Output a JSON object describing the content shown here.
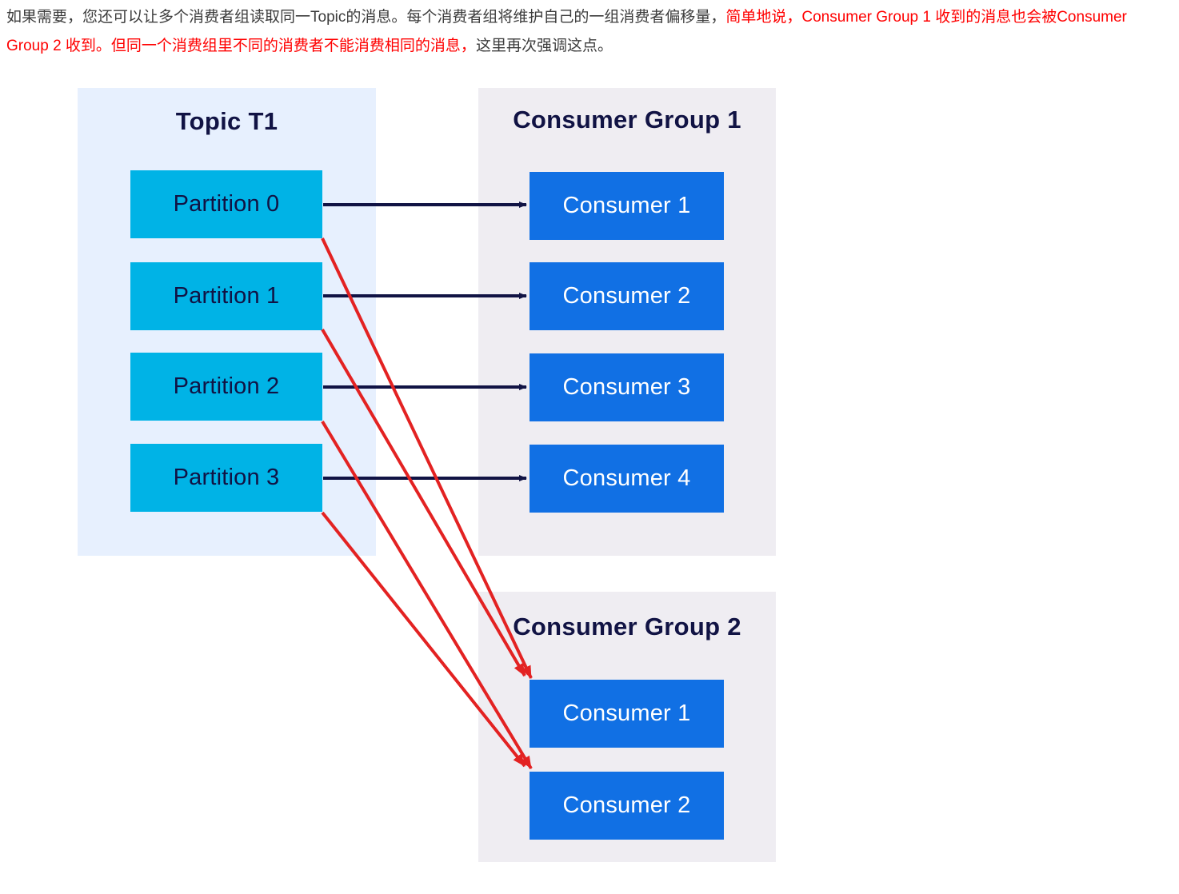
{
  "paragraph": {
    "segments": [
      {
        "text": "如果需要，您还可以让多个消费者组读取同一Topic的消息。每个消费者组将维护自己的一组消费者偏移量，",
        "color": "black"
      },
      {
        "text": "简单地说，Consumer Group 1 收到的消息也会被Consumer Group 2 收到。但同一个消费组里不同的消费者不能消费相同的消息，",
        "color": "red"
      },
      {
        "text": "这里再次强调这点。",
        "color": "black"
      }
    ],
    "black_color": "#3c3c3c",
    "red_color": "#ff0000"
  },
  "diagram": {
    "type": "flow",
    "panels": [
      {
        "id": "topic-t1",
        "title": "Topic T1",
        "background": "#e7f0fe",
        "nodes": [
          {
            "label": "Partition 0"
          },
          {
            "label": "Partition 1"
          },
          {
            "label": "Partition 2"
          },
          {
            "label": "Partition 3"
          }
        ]
      },
      {
        "id": "consumer-group-1",
        "title": "Consumer Group 1",
        "background": "#efedf2",
        "nodes": [
          {
            "label": "Consumer 1"
          },
          {
            "label": "Consumer 2"
          },
          {
            "label": "Consumer 3"
          },
          {
            "label": "Consumer 4"
          }
        ]
      },
      {
        "id": "consumer-group-2",
        "title": "Consumer Group 2",
        "background": "#efedf2",
        "nodes": [
          {
            "label": "Consumer 1"
          },
          {
            "label": "Consumer 2"
          }
        ]
      }
    ],
    "colors": {
      "partition_fill": "#00b3e6",
      "partition_text": "#111344",
      "consumer_fill": "#1170e4",
      "consumer_text": "#ffffff",
      "title_text": "#111344",
      "arrow_group1": "#111344",
      "arrow_group2": "#e32222"
    },
    "edges_group1": [
      {
        "from": "Partition 0",
        "to": "Consumer 1"
      },
      {
        "from": "Partition 1",
        "to": "Consumer 2"
      },
      {
        "from": "Partition 2",
        "to": "Consumer 3"
      },
      {
        "from": "Partition 3",
        "to": "Consumer 4"
      }
    ],
    "edges_group2": [
      {
        "from": "Partition 0",
        "to": "Consumer 1"
      },
      {
        "from": "Partition 1",
        "to": "Consumer 1"
      },
      {
        "from": "Partition 2",
        "to": "Consumer 2"
      },
      {
        "from": "Partition 3",
        "to": "Consumer 2"
      }
    ]
  }
}
